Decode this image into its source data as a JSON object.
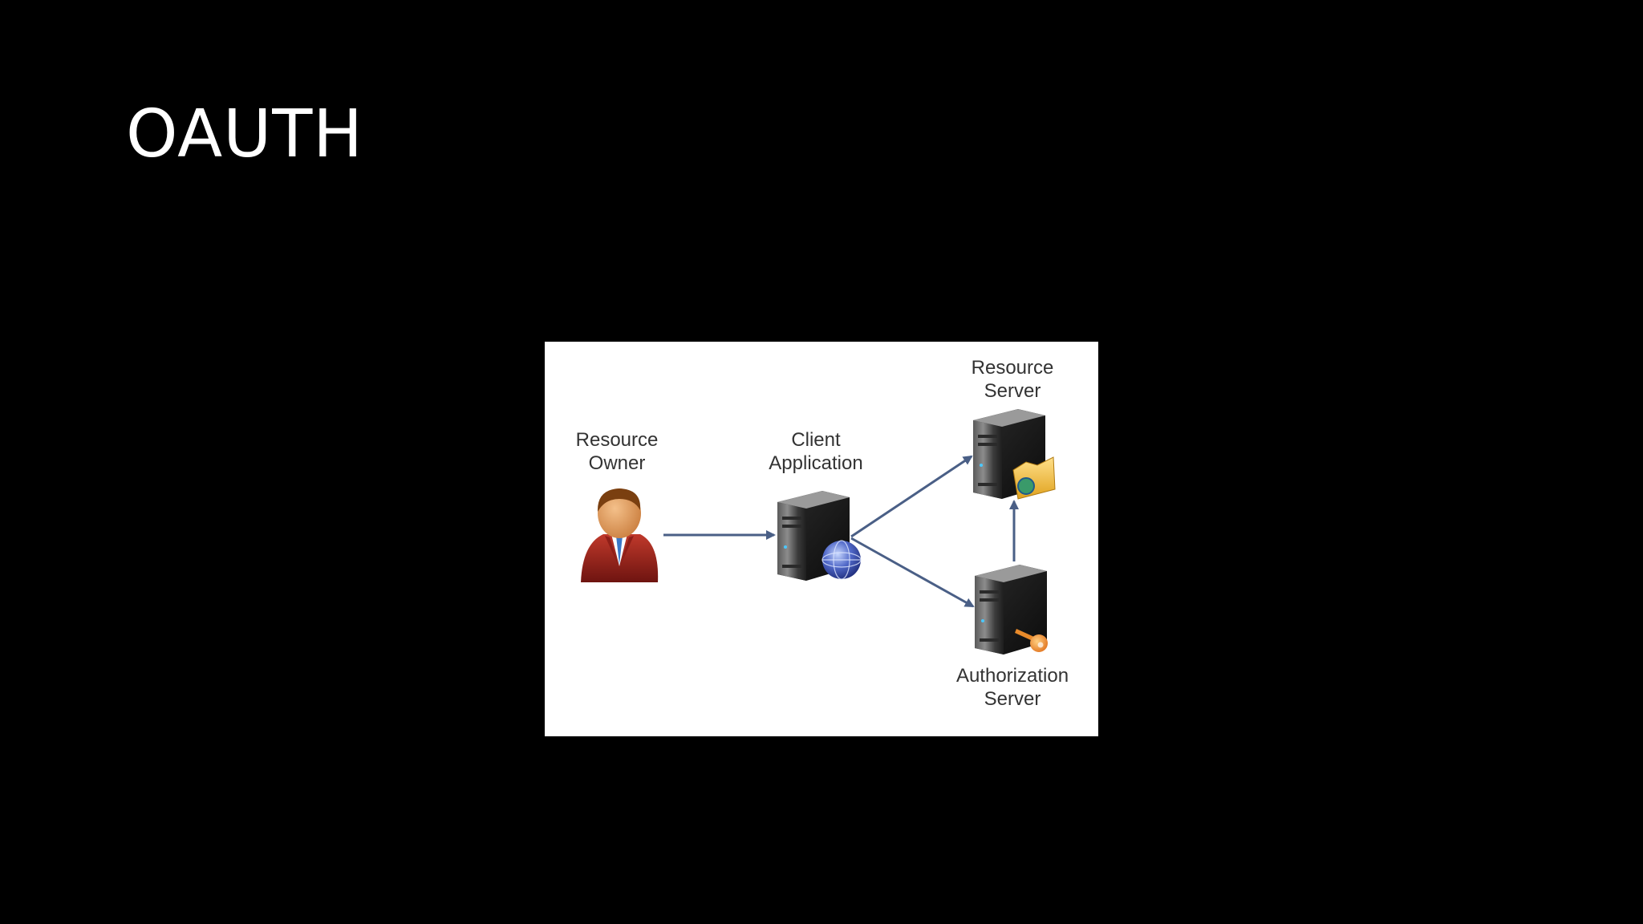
{
  "slide": {
    "title": "OAUTH"
  },
  "diagram": {
    "nodes": {
      "resource_owner": {
        "line1": "Resource",
        "line2": "Owner",
        "icon": "user-icon"
      },
      "client_application": {
        "line1": "Client",
        "line2": "Application",
        "icon": "server-globe-icon"
      },
      "resource_server": {
        "line1": "Resource",
        "line2": "Server",
        "icon": "server-folder-icon"
      },
      "authorization_server": {
        "line1": "Authorization",
        "line2": "Server",
        "icon": "server-key-icon"
      }
    },
    "edges": [
      {
        "from": "resource_owner",
        "to": "client_application"
      },
      {
        "from": "client_application",
        "to": "resource_server"
      },
      {
        "from": "client_application",
        "to": "authorization_server"
      },
      {
        "from": "authorization_server",
        "to": "resource_server"
      }
    ],
    "colors": {
      "arrow": "#4a5f86",
      "panel": "#ffffff",
      "label": "#333333"
    }
  }
}
